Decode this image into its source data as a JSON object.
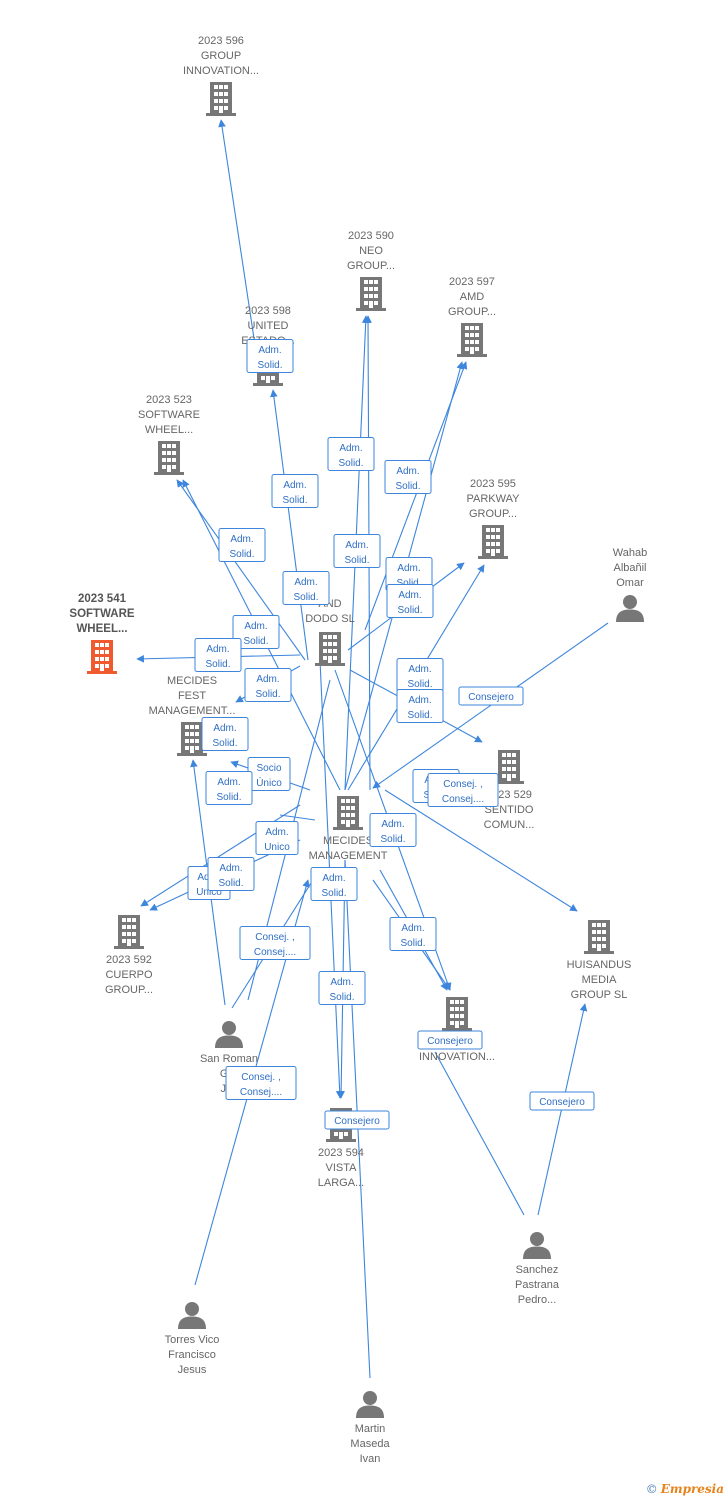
{
  "colors": {
    "edge": "#3d86dc",
    "node": "#777777",
    "highlight": "#ef5b2e"
  },
  "nodes": [
    {
      "id": "n596",
      "type": "company",
      "lines": [
        "2023 596",
        "GROUP",
        "INNOVATION..."
      ]
    },
    {
      "id": "n590",
      "type": "company",
      "lines": [
        "2023 590",
        "NEO",
        "GROUP..."
      ]
    },
    {
      "id": "n597",
      "type": "company",
      "lines": [
        "2023 597",
        "AMD",
        "GROUP..."
      ]
    },
    {
      "id": "n598",
      "type": "company",
      "lines": [
        "2023 598",
        "UNITED",
        "ESTADO..."
      ]
    },
    {
      "id": "n523",
      "type": "company",
      "lines": [
        "2023 523",
        "SOFTWARE",
        "WHEEL..."
      ]
    },
    {
      "id": "n595",
      "type": "company",
      "lines": [
        "2023 595",
        "PARKWAY",
        "GROUP..."
      ]
    },
    {
      "id": "wahab",
      "type": "person",
      "lines": [
        "Wahab",
        "Albañil",
        "Omar"
      ]
    },
    {
      "id": "n541",
      "type": "company",
      "highlight": true,
      "lines": [
        "2023 541",
        "SOFTWARE",
        "WHEEL..."
      ]
    },
    {
      "id": "dodo",
      "type": "company",
      "lines": [
        "AND",
        "DODO  SL"
      ]
    },
    {
      "id": "fest",
      "type": "company",
      "lines": [
        "MECIDES",
        "FEST",
        "MANAGEMENT..."
      ]
    },
    {
      "id": "n529",
      "type": "company",
      "lines": [
        "2023 529",
        "SENTIDO",
        "COMUN..."
      ]
    },
    {
      "id": "mgmt",
      "type": "company",
      "lines": [
        "MECIDES",
        "MANAGEMENT"
      ]
    },
    {
      "id": "n592",
      "type": "company",
      "lines": [
        "2023 592",
        "CUERPO",
        "GROUP..."
      ]
    },
    {
      "id": "huisandus",
      "type": "company",
      "lines": [
        "HUISANDUS",
        "MEDIA",
        "GROUP  SL"
      ]
    },
    {
      "id": "innov2",
      "type": "company",
      "lines": [
        "GROUP",
        "INNOVATION..."
      ]
    },
    {
      "id": "sanroman",
      "type": "person",
      "lines": [
        "San Roman",
        "Gar",
        "Jes"
      ]
    },
    {
      "id": "n594",
      "type": "company",
      "lines": [
        "2023 594",
        "VISTA",
        "LARGA..."
      ]
    },
    {
      "id": "sanchez",
      "type": "person",
      "lines": [
        "Sanchez",
        "Pastrana",
        "Pedro..."
      ]
    },
    {
      "id": "torres",
      "type": "person",
      "lines": [
        "Torres Vico",
        "Francisco",
        "Jesus"
      ]
    },
    {
      "id": "martin",
      "type": "person",
      "lines": [
        "Martin",
        "Maseda",
        "Ivan"
      ]
    }
  ],
  "edge_labels": [
    {
      "id": "e1",
      "lines": [
        "Adm.",
        "Solid."
      ]
    },
    {
      "id": "e2",
      "lines": [
        "Adm.",
        "Solid."
      ]
    },
    {
      "id": "e3",
      "lines": [
        "Adm.",
        "Solid."
      ]
    },
    {
      "id": "e4",
      "lines": [
        "Adm.",
        "Solid."
      ]
    },
    {
      "id": "e5",
      "lines": [
        "Adm.",
        "Solid."
      ]
    },
    {
      "id": "e6",
      "lines": [
        "Adm.",
        "Solid."
      ]
    },
    {
      "id": "e7",
      "lines": [
        "Adm.",
        "Solid."
      ]
    },
    {
      "id": "e8",
      "lines": [
        "Adm.",
        "Solid."
      ]
    },
    {
      "id": "e9",
      "lines": [
        "Adm.",
        "Solid."
      ]
    },
    {
      "id": "e10",
      "lines": [
        "Adm.",
        "Solid."
      ]
    },
    {
      "id": "e11",
      "lines": [
        "Adm.",
        "Solid."
      ]
    },
    {
      "id": "e12",
      "lines": [
        "Adm.",
        "Solid."
      ]
    },
    {
      "id": "e13",
      "lines": [
        "Adm.",
        "Solid."
      ]
    },
    {
      "id": "e14",
      "lines": [
        "Adm.",
        "Solid."
      ]
    },
    {
      "id": "e15",
      "lines": [
        "Consejero"
      ]
    },
    {
      "id": "e16",
      "lines": [
        "Adm.",
        "Solid."
      ]
    },
    {
      "id": "e17",
      "lines": [
        "Socio",
        "Único"
      ]
    },
    {
      "id": "e18",
      "lines": [
        "Adm.",
        "Solid."
      ]
    },
    {
      "id": "e19",
      "lines": [
        "Adm.",
        "Solid."
      ]
    },
    {
      "id": "e20",
      "lines": [
        "Consej. ,",
        "Consej...."
      ]
    },
    {
      "id": "e21",
      "lines": [
        "Adm.",
        "Solid."
      ]
    },
    {
      "id": "e22",
      "lines": [
        "Adm.",
        "Unico"
      ]
    },
    {
      "id": "e23",
      "lines": [
        "Adm.",
        "Unico"
      ]
    },
    {
      "id": "e24",
      "lines": [
        "Adm.",
        "Solid."
      ]
    },
    {
      "id": "e25",
      "lines": [
        "Adm.",
        "Solid."
      ]
    },
    {
      "id": "e26",
      "lines": [
        "Consej. ,",
        "Consej...."
      ]
    },
    {
      "id": "e27",
      "lines": [
        "Adm.",
        "Solid."
      ]
    },
    {
      "id": "e28",
      "lines": [
        "Adm.",
        "Solid."
      ]
    },
    {
      "id": "e29",
      "lines": [
        "Consejero"
      ]
    },
    {
      "id": "e30",
      "lines": [
        "Consej. ,",
        "Consej...."
      ]
    },
    {
      "id": "e31",
      "lines": [
        "Consejero"
      ]
    },
    {
      "id": "e32",
      "lines": [
        "Consejero"
      ]
    }
  ],
  "credit": {
    "copyright": "©",
    "brand": "Empresia"
  }
}
